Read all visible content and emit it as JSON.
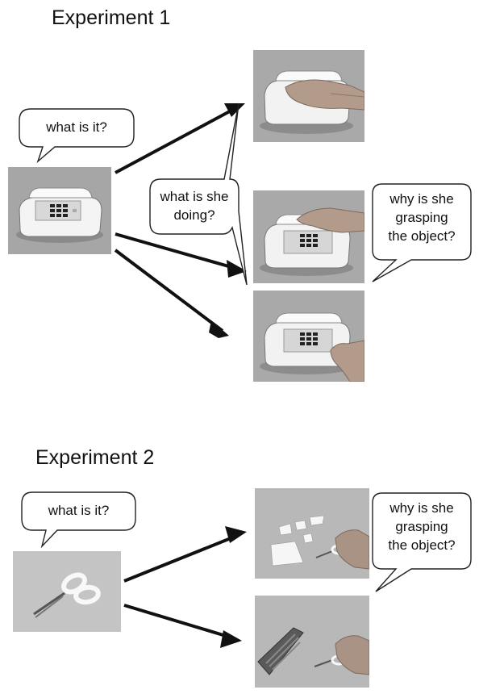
{
  "experiment1": {
    "title": "Experiment 1",
    "question_object": "what is it?",
    "question_doing_line1": "what is she",
    "question_doing_line2": "doing?",
    "question_why_line1": "why is she",
    "question_why_line2": "grasping",
    "question_why_line3": "the object?",
    "images": [
      "telephone-icon",
      "hand-on-telephone-icon",
      "hand-dialing-telephone-icon",
      "hand-grasping-receiver-icon"
    ]
  },
  "experiment2": {
    "title": "Experiment 2",
    "question_object": "what is it?",
    "question_why_line1": "why is she",
    "question_why_line2": "grasping",
    "question_why_line3": "the object?",
    "images": [
      "scissors-icon",
      "hand-cutting-paper-icon",
      "hand-reaching-pencil-case-icon"
    ]
  }
}
